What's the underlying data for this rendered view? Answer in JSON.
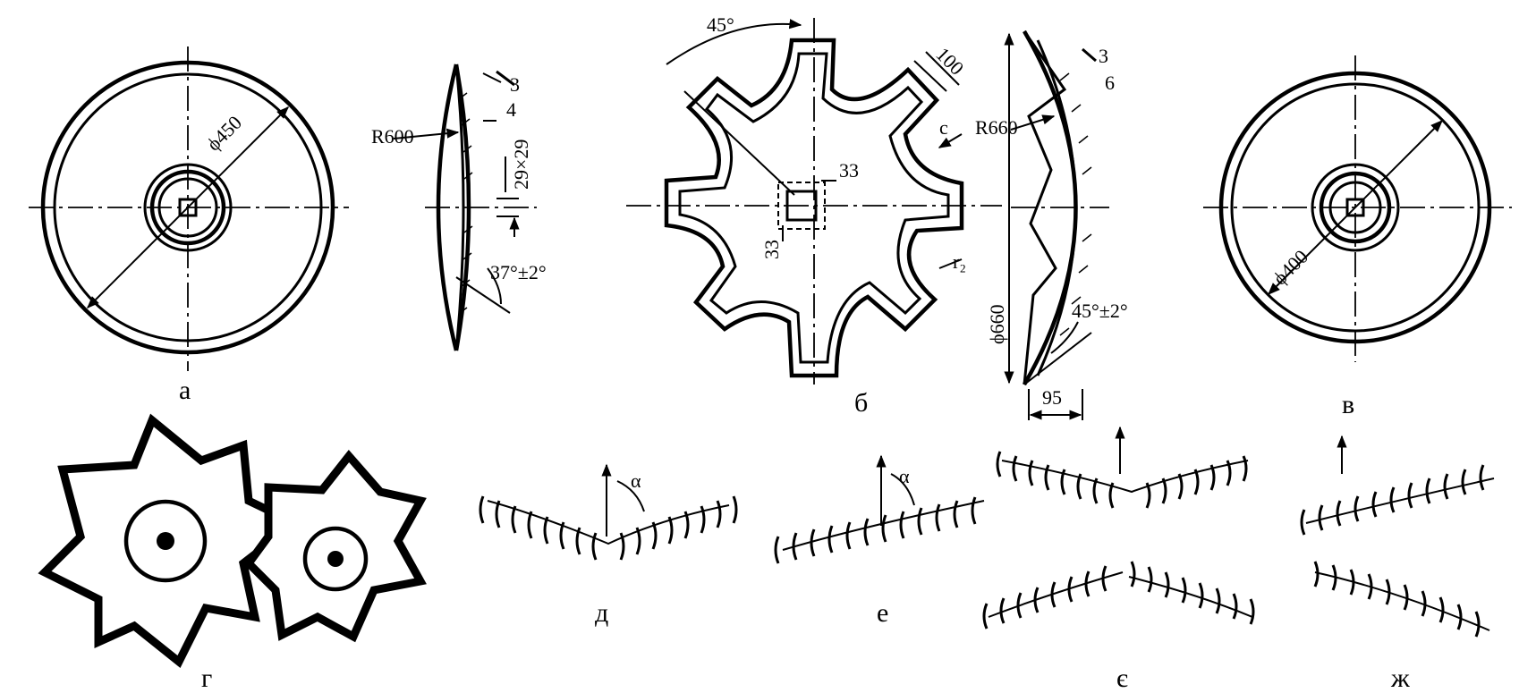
{
  "labels": {
    "a": "а",
    "b": "б",
    "v": "в",
    "g": "г",
    "d": "д",
    "e": "е",
    "ye": "є",
    "zh": "ж"
  },
  "dims": {
    "a_diameter": "ϕ450",
    "a_radius": "R600",
    "a_thickness": "3",
    "a_bevel": "4",
    "a_hole": "29×29",
    "a_angle": "37°±2°",
    "b_angle_top": "45°",
    "b_tooth_width": "100",
    "b_hole_h": "33",
    "b_hole_v": "33",
    "b_notch_c": "c",
    "b_notch_r2": "r₂",
    "b_radius": "R660",
    "b_thickness": "3",
    "b_bevel": "6",
    "b_diameter": "ϕ660",
    "b_angle": "45°±2°",
    "b_depth": "95",
    "v_diameter": "ϕ400",
    "alpha_d": "α",
    "alpha_e": "α"
  }
}
